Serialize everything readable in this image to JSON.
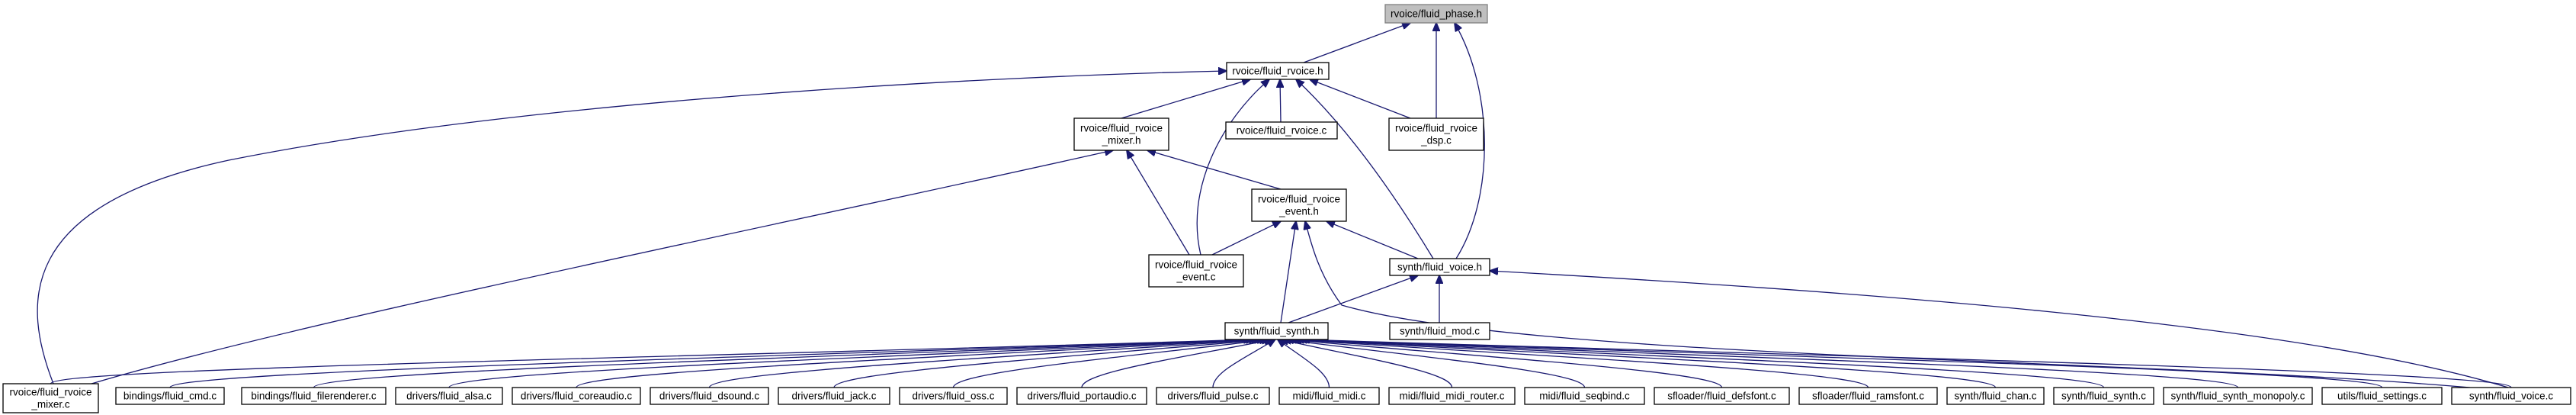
{
  "diagram": {
    "colors": {
      "edge": "#191970",
      "root_fill": "#bfbfbf",
      "node_fill": "#ffffff"
    },
    "nodes": {
      "phase": {
        "lines": [
          "rvoice/fluid_phase.h"
        ],
        "root": true
      },
      "rvoice_h": {
        "lines": [
          "rvoice/fluid_rvoice.h"
        ]
      },
      "mixer_h": {
        "lines": [
          "rvoice/fluid_rvoice",
          "_mixer.h"
        ]
      },
      "rvoice_c": {
        "lines": [
          "rvoice/fluid_rvoice.c"
        ]
      },
      "dsp_c": {
        "lines": [
          "rvoice/fluid_rvoice",
          "_dsp.c"
        ]
      },
      "event_h": {
        "lines": [
          "rvoice/fluid_rvoice",
          "_event.h"
        ]
      },
      "event_c": {
        "lines": [
          "rvoice/fluid_rvoice",
          "_event.c"
        ]
      },
      "voice_h": {
        "lines": [
          "synth/fluid_voice.h"
        ]
      },
      "mod_c": {
        "lines": [
          "synth/fluid_mod.c"
        ]
      },
      "synth_h": {
        "lines": [
          "synth/fluid_synth.h"
        ]
      },
      "mixer_c": {
        "lines": [
          "rvoice/fluid_rvoice",
          "_mixer.c"
        ]
      },
      "cmd_c": {
        "lines": [
          "bindings/fluid_cmd.c"
        ]
      },
      "filerend_c": {
        "lines": [
          "bindings/fluid_filerenderer.c"
        ]
      },
      "alsa_c": {
        "lines": [
          "drivers/fluid_alsa.c"
        ]
      },
      "coreaudio_c": {
        "lines": [
          "drivers/fluid_coreaudio.c"
        ]
      },
      "dsound_c": {
        "lines": [
          "drivers/fluid_dsound.c"
        ]
      },
      "jack_c": {
        "lines": [
          "drivers/fluid_jack.c"
        ]
      },
      "oss_c": {
        "lines": [
          "drivers/fluid_oss.c"
        ]
      },
      "portaudio_c": {
        "lines": [
          "drivers/fluid_portaudio.c"
        ]
      },
      "pulse_c": {
        "lines": [
          "drivers/fluid_pulse.c"
        ]
      },
      "midi_c": {
        "lines": [
          "midi/fluid_midi.c"
        ]
      },
      "midirouter_c": {
        "lines": [
          "midi/fluid_midi_router.c"
        ]
      },
      "seqbind_c": {
        "lines": [
          "midi/fluid_seqbind.c"
        ]
      },
      "defsfont_c": {
        "lines": [
          "sfloader/fluid_defsfont.c"
        ]
      },
      "ramsfont_c": {
        "lines": [
          "sfloader/fluid_ramsfont.c"
        ]
      },
      "chan_c": {
        "lines": [
          "synth/fluid_chan.c"
        ]
      },
      "synth_c": {
        "lines": [
          "synth/fluid_synth.c"
        ]
      },
      "monopoly_c": {
        "lines": [
          "synth/fluid_synth_monopoly.c"
        ]
      },
      "settings_c": {
        "lines": [
          "utils/fluid_settings.c"
        ]
      },
      "voice_c": {
        "lines": [
          "synth/fluid_voice.c"
        ]
      }
    }
  }
}
